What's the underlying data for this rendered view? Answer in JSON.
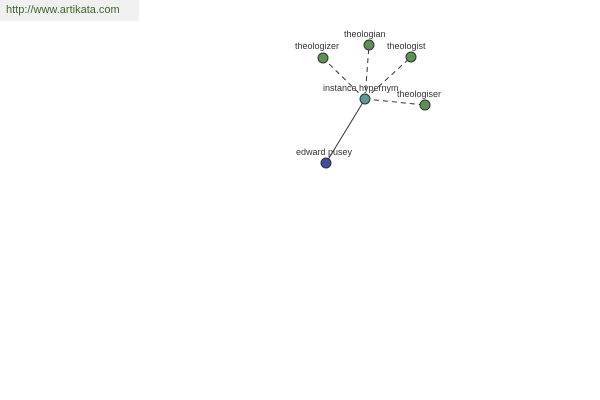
{
  "site": {
    "url": "http://www.artikata.com"
  },
  "graph": {
    "center": {
      "label": "instance hypernym",
      "color": "#5a9a9a"
    },
    "nodes": [
      {
        "id": "edward",
        "label": "edward pusey",
        "color": "#3f4fa0",
        "edge": "solid"
      },
      {
        "id": "theologizer",
        "label": "theologizer",
        "color": "#5a9250",
        "edge": "dashed"
      },
      {
        "id": "theologian",
        "label": "theologian",
        "color": "#5a9250",
        "edge": "dashed"
      },
      {
        "id": "theologist",
        "label": "theologist",
        "color": "#5a9250",
        "edge": "dashed"
      },
      {
        "id": "theologiser",
        "label": "theologiser",
        "color": "#5a9250",
        "edge": "dashed"
      }
    ]
  }
}
